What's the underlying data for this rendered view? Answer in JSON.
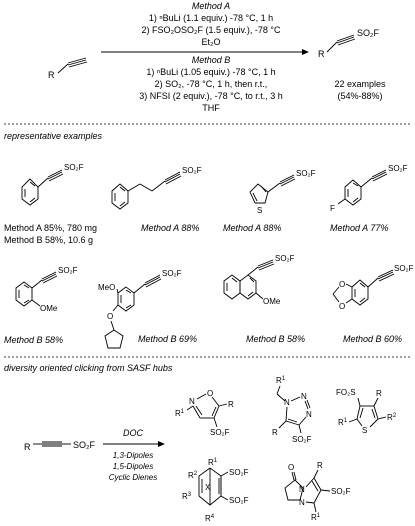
{
  "top": {
    "reactant_r": "R",
    "methodA": {
      "title": "Method A",
      "step1": "1) ⁿBuLi (1.1 equiv.) -78 °C, 1 h",
      "step2": "2) FSO₂OSO₂F (1.5 equiv.), -78 °C",
      "solvent": "Et₂O"
    },
    "methodB": {
      "title": "Method B",
      "step1": "1) ⁿBuLi (1.05 equiv.) -78 °C, 1 h",
      "step2": "2) SO₂, -78 °C, 1 h, then r.t.,",
      "step3": "3) NFSI (2 equiv.), -78 °C, to r.t., 3 h",
      "solvent": "THF"
    },
    "product_group": "SO₂F",
    "product_r": "R",
    "examples": "22 examples",
    "yield_range": "(54%-88%)"
  },
  "representative": {
    "heading": "representative examples",
    "group": "SO₂F",
    "atoms": {
      "S": "S",
      "F": "F",
      "O_me": "OMe",
      "MeO": "MeO",
      "O": "O"
    },
    "yields": {
      "a1": "Method A 85%, 780 mg",
      "b1": "Method B 58%, 10.6 g",
      "a2": "Method A 88%",
      "a3": "Method A 88%",
      "a4": "Method A 77%",
      "b5": "Method B 58%",
      "b6": "Method B 69%",
      "b7": "Method B 58%",
      "b8": "Method B 60%"
    }
  },
  "diversity": {
    "heading": "diversity oriented clicking from SASF hubs",
    "hub_r": "R",
    "hub_group": "SO₂F",
    "arrow_label": "DOC",
    "partner1": "1,3-Dipoles",
    "partner2": "1,5-Dipoles",
    "partner3": "Cyclic Dienes",
    "isoxazole": {
      "R1": "R",
      "R": "R",
      "N": "N",
      "O": "O",
      "group": "SO₂F",
      "sup": "1"
    },
    "triazole": {
      "R1": "R",
      "sup": "1",
      "N": "N",
      "R": "R",
      "group": "SO₂F"
    },
    "thiophene": {
      "group": "FO₂S",
      "R": "R",
      "R2": "R",
      "sup2": "2",
      "R1": "R",
      "sup1": "1",
      "S": "S"
    },
    "bicyclic": {
      "R1": "R",
      "R2": "R",
      "R3": "R",
      "R4": "R",
      "X": "X",
      "group": "SO₂F",
      "s1": "1",
      "s2": "2",
      "s3": "3",
      "s4": "4"
    },
    "pyrazolidinone": {
      "O": "O",
      "R": "R",
      "N": "N",
      "group": "SO₂F",
      "R1": "R",
      "sup": "1"
    }
  }
}
